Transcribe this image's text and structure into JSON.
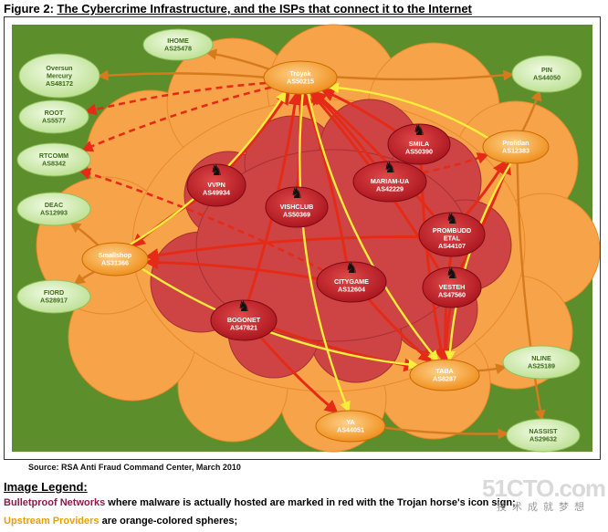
{
  "header": {
    "prefix": "Figure 2: ",
    "title": "The Cybercrime Infrastructure, and the ISPs that connect it to the Internet"
  },
  "diagram": {
    "source": "Source: RSA Anti Fraud Command Center, March 2010",
    "colors": {
      "green_node": "#d2eeb3",
      "orange_node": "#f6a12d",
      "red_node": "#c4262e",
      "outer_cloud": "#f7a34a",
      "inner_cloud": "#ce4444",
      "background": "#5d8e2c",
      "arrow_red": "#e52b18",
      "arrow_yellow": "#f6ee3a",
      "arrow_orange": "#d67a1e"
    },
    "green_nodes": [
      {
        "id": "ihome",
        "name": "IHOME",
        "as": "AS25478"
      },
      {
        "id": "oversun",
        "name": "Oversun\nMercury",
        "as": "AS48172"
      },
      {
        "id": "root",
        "name": "ROOT",
        "as": "AS5577"
      },
      {
        "id": "rtcomm",
        "name": "RTCOMM",
        "as": "AS8342"
      },
      {
        "id": "deac",
        "name": "DEAC",
        "as": "AS12993"
      },
      {
        "id": "fiord",
        "name": "FIORD",
        "as": "AS28917"
      },
      {
        "id": "pin",
        "name": "PIN",
        "as": "AS44050"
      },
      {
        "id": "nline",
        "name": "NLINE",
        "as": "AS25189"
      },
      {
        "id": "nassist",
        "name": "NASSIST",
        "as": "AS29632"
      }
    ],
    "orange_nodes": [
      {
        "id": "troyak",
        "name": "Troyak",
        "as": "AS50215"
      },
      {
        "id": "profitlan",
        "name": "Profitlan",
        "as": "AS12383"
      },
      {
        "id": "smallshop",
        "name": "Smallshop",
        "as": "AS31366"
      },
      {
        "id": "taba",
        "name": "TABA",
        "as": "AS8287"
      },
      {
        "id": "ya",
        "name": "YA",
        "as": "AS44051"
      }
    ],
    "red_nodes": [
      {
        "id": "vvpn",
        "name": "VVPN",
        "as": "AS49934"
      },
      {
        "id": "vishclub",
        "name": "VISHCLUB",
        "as": "AS50369"
      },
      {
        "id": "smila",
        "name": "SMILA",
        "as": "AS50390"
      },
      {
        "id": "mariam",
        "name": "MARIAM-UA",
        "as": "AS42229"
      },
      {
        "id": "prombudd",
        "name": "PROMBUDD\nETAL",
        "as": "AS44107"
      },
      {
        "id": "citygame",
        "name": "CITYGAME",
        "as": "AS12604"
      },
      {
        "id": "vesteh",
        "name": "VESTEH",
        "as": "AS47560"
      },
      {
        "id": "bogonet",
        "name": "BOGONET",
        "as": "AS47821"
      }
    ],
    "edges": [
      [
        "troyak",
        "ihome",
        "orange"
      ],
      [
        "troyak",
        "oversun",
        "orange"
      ],
      [
        "troyak",
        "pin",
        "orange"
      ],
      [
        "troyak",
        "root",
        "red-dashed"
      ],
      [
        "troyak",
        "rtcomm",
        "red-dashed"
      ],
      [
        "vvpn",
        "troyak",
        "red"
      ],
      [
        "vishclub",
        "troyak",
        "red"
      ],
      [
        "smila",
        "troyak",
        "red"
      ],
      [
        "mariam",
        "troyak",
        "red"
      ],
      [
        "prombudd",
        "troyak",
        "red"
      ],
      [
        "citygame",
        "troyak",
        "red"
      ],
      [
        "vesteh",
        "troyak",
        "red"
      ],
      [
        "bogonet",
        "troyak",
        "red"
      ],
      [
        "mariam",
        "profitlan",
        "red-dashed"
      ],
      [
        "prombudd",
        "profitlan",
        "red"
      ],
      [
        "vesteh",
        "profitlan",
        "red"
      ],
      [
        "citygame",
        "rtcomm",
        "red-dashed"
      ],
      [
        "vvpn",
        "smallshop",
        "red"
      ],
      [
        "citygame",
        "smallshop",
        "red"
      ],
      [
        "prombudd",
        "smallshop",
        "red"
      ],
      [
        "bogonet",
        "taba",
        "red"
      ],
      [
        "bogonet",
        "ya",
        "red"
      ],
      [
        "vesteh",
        "taba",
        "red"
      ],
      [
        "prombudd",
        "taba",
        "red"
      ],
      [
        "citygame",
        "taba",
        "red"
      ],
      [
        "smila",
        "taba",
        "red"
      ],
      [
        "profitlan",
        "taba",
        "yellow"
      ],
      [
        "profitlan",
        "troyak",
        "yellow"
      ],
      [
        "smallshop",
        "troyak",
        "yellow"
      ],
      [
        "troyak",
        "ya",
        "yellow"
      ],
      [
        "troyak",
        "taba",
        "yellow"
      ],
      [
        "smallshop",
        "taba",
        "yellow"
      ],
      [
        "profitlan",
        "pin",
        "orange"
      ],
      [
        "profitlan",
        "nassist",
        "orange"
      ],
      [
        "taba",
        "nline",
        "orange"
      ],
      [
        "ya",
        "nassist",
        "orange"
      ],
      [
        "smallshop",
        "deac",
        "orange"
      ],
      [
        "smallshop",
        "fiord",
        "orange"
      ]
    ]
  },
  "legend": {
    "heading": "Image Legend:",
    "line1_key": "Bulletproof Networks",
    "line1_text": " where malware is actually hosted are marked in red with the Trojan horse's icon sign;",
    "line2_key": "Upstream Providers",
    "line2_text": " are orange-colored spheres;"
  },
  "watermark": {
    "main": "51CTO.com",
    "sub": "技术成就梦想"
  }
}
